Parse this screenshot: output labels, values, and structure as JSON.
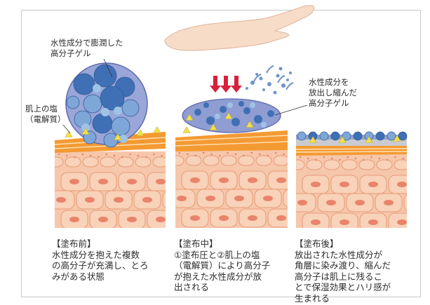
{
  "callouts": {
    "swollen_polymer": [
      "水性成分で膨潤した",
      "高分子ゲル"
    ],
    "skin_salt": [
      "肌上の塩",
      "（電解質）"
    ],
    "shrunk_polymer": [
      "水性成分を",
      "放出し縮んだ",
      "高分子ゲル"
    ]
  },
  "captions": [
    {
      "title": "【塗布前】",
      "body": "水性成分を抱えた複数\nの高分子が充満し、とろ\nみがある状態"
    },
    {
      "title": "【塗布中】",
      "body": "①塗布圧と②肌上の塩\n（電解質）により高分子\nが抱えた水性成分が放\n出される"
    },
    {
      "title": "【塗布後】",
      "body": "放出された水性成分が\n角層に染み渡り、縮んだ\n高分子は肌上に残るこ\nとで保湿効果とハリ感が\n生まれる"
    }
  ],
  "colors": {
    "skin_fill": "#f6c7aa",
    "skin_line": "#e89a78",
    "nucleus": "#e9846a",
    "stratum": "#f49a32",
    "gel_blue": "#3f6fb5",
    "gel_light": "#9fc3e6",
    "arrow_red": "#d8203a",
    "salt_yellow": "#f4e04a"
  }
}
